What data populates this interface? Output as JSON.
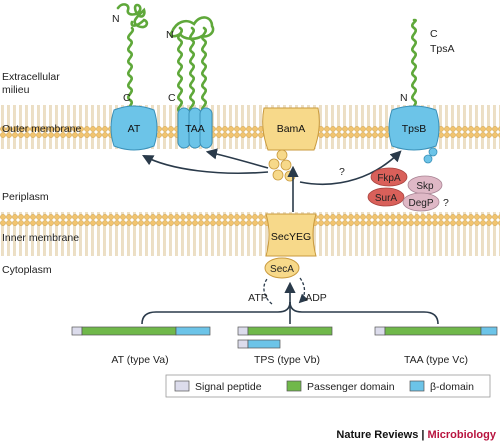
{
  "regions": {
    "extracellular_line1": "Extracellular",
    "extracellular_line2": "milieu",
    "outer_membrane": "Outer membrane",
    "periplasm": "Periplasm",
    "inner_membrane": "Inner membrane",
    "cytoplasm": "Cytoplasm"
  },
  "proteins": {
    "at": "AT",
    "taa": "TAA",
    "bama": "BamA",
    "tpsb": "TpsB",
    "secyeg": "SecYEG",
    "seca": "SecA"
  },
  "termini": {
    "n_at": "N",
    "c_at": "C",
    "n_taa": "N",
    "c_taa": "C",
    "n_tpsb": "N",
    "c_tpsa": "C",
    "tpsa": "TpsA"
  },
  "chaperones": {
    "fkpa": "FkpA",
    "sura": "SurA",
    "skp": "Skp",
    "degp": "DegP",
    "question_chaperones": "?"
  },
  "question_path": "?",
  "energy": {
    "atp": "ATP",
    "adp": "ADP"
  },
  "secretion_types": {
    "at": "AT (type Va)",
    "tps": "TPS (type Vb)",
    "taa": "TAA (type Vc)"
  },
  "legend": {
    "signal_peptide": "Signal peptide",
    "passenger_domain": "Passenger domain",
    "beta_domain": "β-domain"
  },
  "footer": {
    "journal": "Nature Reviews",
    "separator": " | ",
    "section": "Microbiology"
  },
  "colors": {
    "membrane_head": "#f0c070",
    "membrane_tail": "#e8c98a",
    "transporter_blue": "#6cc4e8",
    "bama_yellow": "#f7d98a",
    "passenger_green": "#70b84a",
    "signal_gray": "#dcdcec",
    "chaperone_red": "#d9605a",
    "chaperone_pink": "#dfb8c6"
  }
}
